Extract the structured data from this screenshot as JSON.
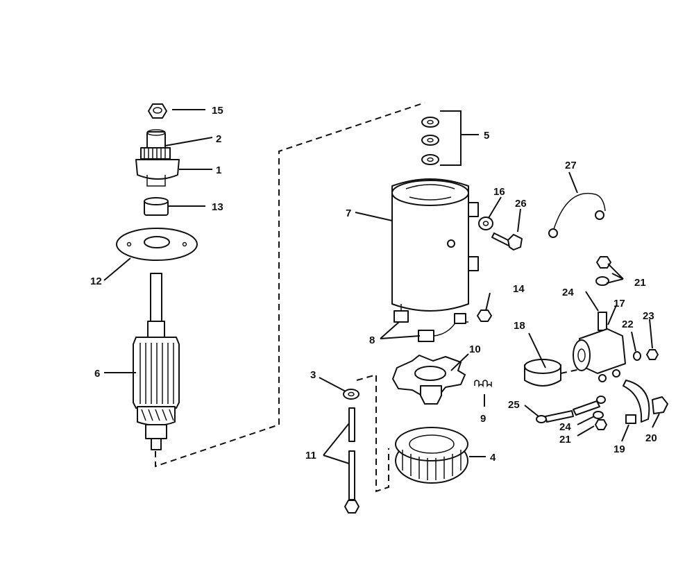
{
  "callouts": {
    "c1": "1",
    "c2": "2",
    "c3": "3",
    "c4": "4",
    "c5": "5",
    "c6": "6",
    "c7": "7",
    "c8": "8",
    "c9": "9",
    "c10": "10",
    "c11": "11",
    "c12": "12",
    "c13": "13",
    "c14": "14",
    "c15": "15",
    "c16": "16",
    "c17": "17",
    "c18": "18",
    "c19": "19",
    "c20": "20",
    "c21a": "21",
    "c21b": "21",
    "c22": "22",
    "c23": "23",
    "c24a": "24",
    "c24b": "24",
    "c25": "25",
    "c26": "26",
    "c27": "27"
  }
}
